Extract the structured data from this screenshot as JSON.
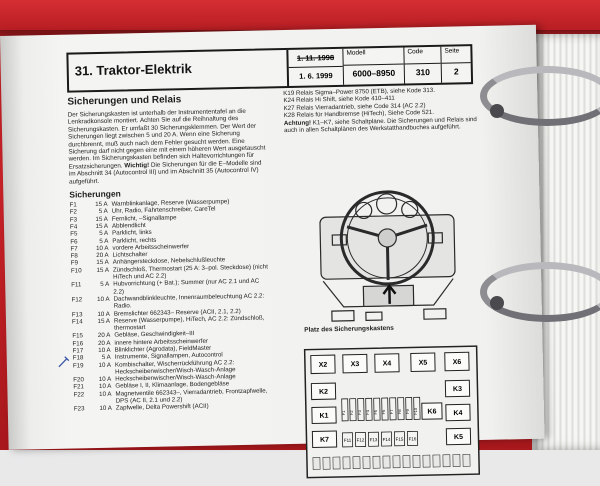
{
  "header": {
    "title": "31. Traktor-Elektrik",
    "date_old": "1. 11. 1998",
    "date_new": "1. 6. 1999",
    "modell_label": "Modell",
    "modell_value": "6000–8950",
    "code_label": "Code",
    "code_value": "310",
    "seite_label": "Seite",
    "seite_value": "2"
  },
  "section_title": "Sicherungen und Relais",
  "intro_paragraph": "Der Sicherungskasten ist unterhalb der Instrumententafel an die Lenkradkonsole montiert. Achten Sie auf die Reihnaltung des Sicherungskasten. Er umfaßt 30 Sicherungsklemmen. Der Wert der Sicherungen liegt zwischen 5 und 20 A. Wenn eine Sicherung durchbrennt, muß auch nach dem Fehler gesucht werden. Eine Sicherung darf nicht gegen eine mit einem höheren Wert ausgetauscht werden. Im Sicherungskasten befinden sich Haltevorrichtungen für Ersatzsicherungen.",
  "warning_label": "Wichtig!",
  "warning_text": "Die Sicherungen für die E–Modelle sind im Abschnitt 34 (Autocontrol III) und im Abschnitt 35 (Autocontrol IV) aufgeführt.",
  "fuses_heading": "Sicherungen",
  "fuses": [
    {
      "id": "F1",
      "amp": "15 A",
      "desc": "Warnblinkanlage, Reserve (Wasserpumpe)"
    },
    {
      "id": "F2",
      "amp": "5 A",
      "desc": "Uhr, Radio, Fahrtenschreiber, CareTel"
    },
    {
      "id": "F3",
      "amp": "15 A",
      "desc": "Fernlicht, –Signallampe"
    },
    {
      "id": "F4",
      "amp": "15 A",
      "desc": "Abblendlicht"
    },
    {
      "id": "F5",
      "amp": "5 A",
      "desc": "Parklicht, links"
    },
    {
      "id": "F6",
      "amp": "5 A",
      "desc": "Parklicht, rechts"
    },
    {
      "id": "F7",
      "amp": "10 A",
      "desc": "vordere Arbeitsscheinwerfer"
    },
    {
      "id": "F8",
      "amp": "20 A",
      "desc": "Lichtschalter"
    },
    {
      "id": "F9",
      "amp": "15 A",
      "desc": "Anhängersteckdose, Nebelschlußleuchte"
    },
    {
      "id": "F10",
      "amp": "15 A",
      "desc": "Zündschloß, Thermostart (25 A: 3–pol. Steckdose) (nicht HiTech und AC 2.2)"
    },
    {
      "id": "F11",
      "amp": "5 A",
      "desc": "Hubvorrichtung (+ Bat.); Summer (nur AC 2.1 und AC 2.2)"
    },
    {
      "id": "F12",
      "amp": "10 A",
      "desc": "Dachwandblinkleuchte, Innenraumbeleuchtung AC 2.2: Radio."
    },
    {
      "id": "F13",
      "amp": "10 A",
      "desc": "Bremslichter 662343– Reserve (ACII, 2.1, 2.2)"
    },
    {
      "id": "F14",
      "amp": "15 A",
      "desc": "Reserve (Wasserpumpe), HiTech, AC 2.2: Zündschloß, thermostart"
    },
    {
      "id": "F15",
      "amp": "20 A",
      "desc": "Gebläse, Geschwindigkeit–III"
    },
    {
      "id": "F16",
      "amp": "20 A",
      "desc": "innere hintere Arbeitsscheinwerfer"
    },
    {
      "id": "F17",
      "amp": "10 A",
      "desc": "Blinklichter (Agrodata), FieldMaster"
    },
    {
      "id": "F18",
      "amp": "5 A",
      "desc": "Instrumente, Signallampen, Autocontrol"
    },
    {
      "id": "F19",
      "amp": "10 A",
      "desc": "Kombischalter, Wischerrückführung AC 2.2: Heckscheibenwischer/Wisch-Wasch-Anlage"
    },
    {
      "id": "F20",
      "amp": "10 A",
      "desc": "Heckscheibenwischer/Wisch-Wasch-Anlage"
    },
    {
      "id": "F21",
      "amp": "10 A",
      "desc": "Gebläse I, II, Klimaanlage, Bodengebläse"
    },
    {
      "id": "F22",
      "amp": "10 A",
      "desc": "Magnetventile 662343–, Vierradantrieb, Frontzapfwelle, DPS (AC II, 2.1 und 2.2)"
    },
    {
      "id": "F23",
      "amp": "10 A",
      "desc": "Zapfwelle, Delta Powershift (ACII)"
    }
  ],
  "relays": [
    "K19  Relais Sigma–Power 8750 (ETB), siehe Kode 313.",
    "K24  Relais Hi Shift, siehe Kode 410–411",
    "K27  Relais Vierradantrieb, siehe Code 314 (AC 2.2)",
    "K28  Relais für Handbremse (HiTech), Siehe Code 521."
  ],
  "relay_note_label": "Achtung!",
  "relay_note_text": "K1–K7, siehe Schaltpläne. Die Sicherungen und Relais sind auch in allen Schaltplänen des Werkstatthandbuches aufgeführt.",
  "figure_caption": "Platz des Sicherungskastens",
  "fusebox_relays": [
    "X2",
    "X3",
    "X4",
    "X5",
    "X6",
    "K2",
    "K3",
    "K1",
    "K4",
    "K5",
    "K6",
    "K7"
  ],
  "fusebox_fuses": [
    "F1",
    "F2",
    "F3",
    "F4",
    "F5",
    "F6",
    "F7",
    "F8",
    "F9",
    "F10",
    "F11",
    "F12",
    "F13",
    "F14",
    "F15",
    "F16"
  ],
  "colors": {
    "binder": "#c22026",
    "paper": "#f1f1ef",
    "ink": "#1e1e1e",
    "ring": "#b9b9bd"
  }
}
